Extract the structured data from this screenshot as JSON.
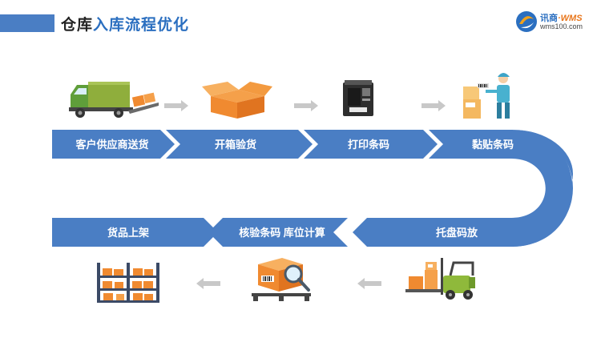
{
  "header": {
    "title_prefix": "仓库",
    "title_accent": "入库流程优化"
  },
  "logo": {
    "brand_cn": "讯商",
    "brand_en": "·WMS",
    "url": "wms100.com"
  },
  "steps_top": [
    {
      "label": "客户供应商送货",
      "icon": "delivery-truck-icon"
    },
    {
      "label": "开箱验货",
      "icon": "open-box-icon"
    },
    {
      "label": "打印条码",
      "icon": "barcode-printer-icon"
    },
    {
      "label": "黏贴条码",
      "icon": "worker-labeling-icon"
    }
  ],
  "steps_bottom": [
    {
      "label": "托盘码放",
      "icon": "forklift-icon"
    },
    {
      "label": "核验条码 库位计算",
      "icon": "inspect-box-icon"
    },
    {
      "label": "货品上架",
      "icon": "warehouse-shelf-icon"
    }
  ],
  "colors": {
    "ribbon": "#4a7ec4",
    "orange": "#f08a30",
    "arrow": "#c8c8c8",
    "accent": "#2b6fc0"
  }
}
